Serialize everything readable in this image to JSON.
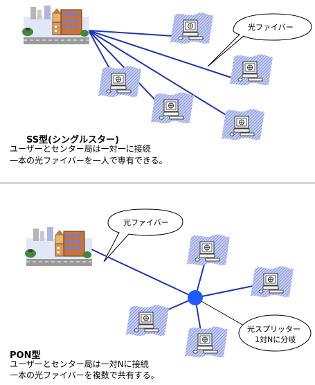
{
  "ss": {
    "title": "SS型(シングルスター)",
    "desc1": "ユーザーとセンター局は一対一に接続",
    "desc2": "一本の光ファイバーを一人で専有できる。",
    "fiber_label": "光ファイバー"
  },
  "pon": {
    "title": "PON型",
    "desc1": "ユーザーとセンター局は一対Nに接続",
    "desc2": "一本の光ファイバーを複数で共有する。",
    "fiber_label": "光ファイバー",
    "splitter_label1": "光スプリッター",
    "splitter_label2": "1対Nに分岐"
  },
  "colors": {
    "fiber_line": "#2233bb",
    "splitter": "#1e5bff",
    "wave": "#5b6fd6"
  },
  "icons": [
    "building-icon",
    "computer-icon",
    "splitter-node-icon"
  ]
}
